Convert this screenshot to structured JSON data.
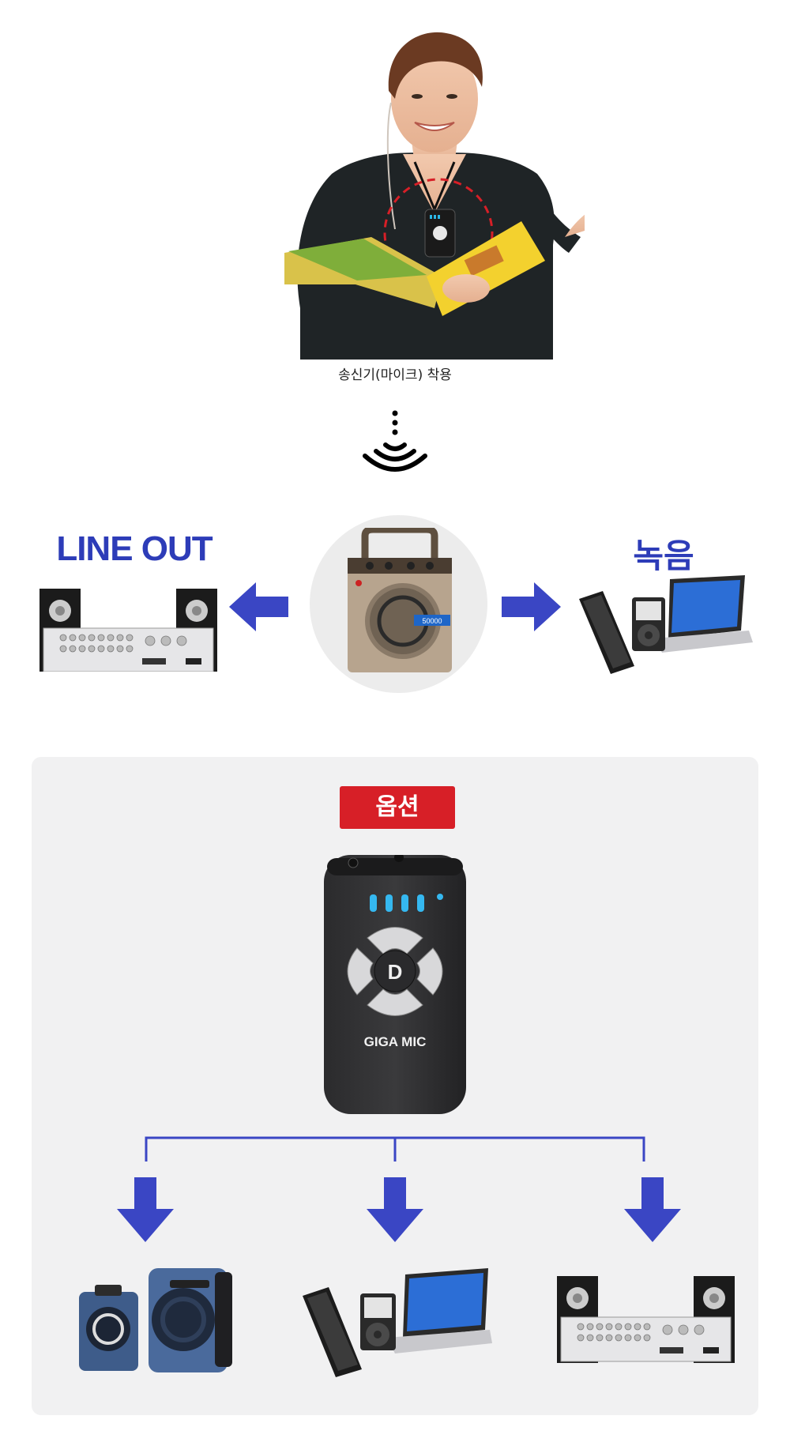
{
  "top": {
    "caption": "송신기(마이크) 착용"
  },
  "middle": {
    "left_label": "LINE OUT",
    "right_label": "녹음",
    "speaker_display": "50000"
  },
  "option": {
    "badge": "옵션",
    "mic_brand": "GIGA MIC",
    "mic_center": "D"
  },
  "colors": {
    "accent_blue": "#3a46c4",
    "badge_red": "#d71f27",
    "panel_bg": "#f1f1f2"
  }
}
